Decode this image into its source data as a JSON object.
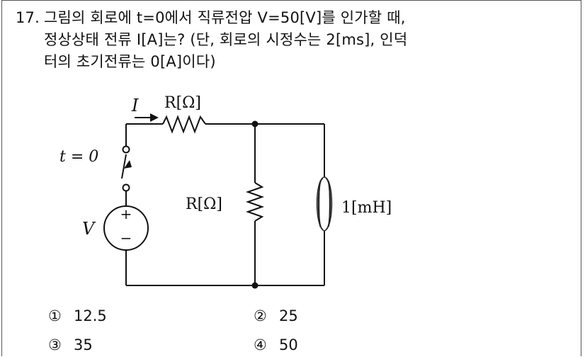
{
  "question": {
    "number": "17.",
    "line1": "그림의 회로에 t=0에서 직류전압 V=50[V]를 인가할 때,",
    "line2": "정상상태 전류 I[A]는? (단, 회로의 시정수는 2[ms], 인덕",
    "line3": "터의 초기전류는 0[A]이다)"
  },
  "circuit": {
    "current_label": "I",
    "series_resistor_label": "R[Ω]",
    "switch_label": "t = 0",
    "source_label": "V",
    "source_plus": "+",
    "source_minus": "−",
    "shunt_resistor_label": "R[Ω]",
    "inductor_label": "1[mH]"
  },
  "choices": [
    {
      "num": "①",
      "value": "12.5"
    },
    {
      "num": "②",
      "value": "25"
    },
    {
      "num": "③",
      "value": "35"
    },
    {
      "num": "④",
      "value": "50"
    }
  ]
}
